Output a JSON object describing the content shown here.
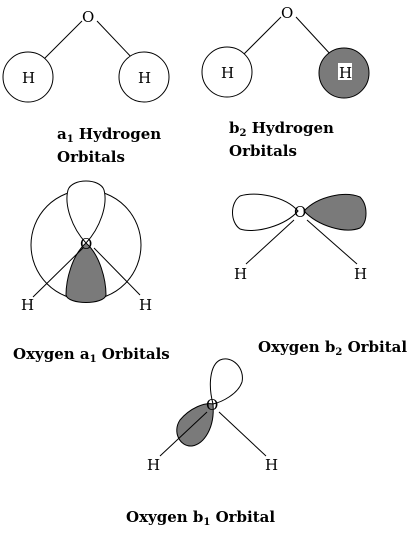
{
  "colors": {
    "shaded_lobe": "#7a7a7a",
    "empty_lobe": "#ffffff",
    "line": "#000000"
  },
  "panels": {
    "a1_hydrogen": {
      "caption_prefix": "a",
      "caption_sub": "1",
      "caption_line1_rest": " Hydrogen",
      "caption_line2": "Orbitals",
      "oxygen": "O",
      "h_left": "H",
      "h_right": "H"
    },
    "b2_hydrogen": {
      "caption_prefix": "b",
      "caption_sub": "2",
      "caption_line1_rest": " Hydrogen",
      "caption_line2": "Orbitals",
      "oxygen": "O",
      "h_left": "H",
      "h_right": "H"
    },
    "oxygen_a1": {
      "caption_prefix": "Oxygen a",
      "caption_sub": "1",
      "caption_rest": " Orbitals",
      "oxygen": "O",
      "h_left": "H",
      "h_right": "H"
    },
    "oxygen_b2": {
      "caption_prefix": "Oxygen b",
      "caption_sub": "2",
      "caption_rest": " Orbital",
      "oxygen": "O",
      "h_left": "H",
      "h_right": "H"
    },
    "oxygen_b1": {
      "caption_prefix": "Oxygen b",
      "caption_sub": "1",
      "caption_rest": " Orbital",
      "oxygen": "O",
      "h_left": "H",
      "h_right": "H"
    }
  }
}
